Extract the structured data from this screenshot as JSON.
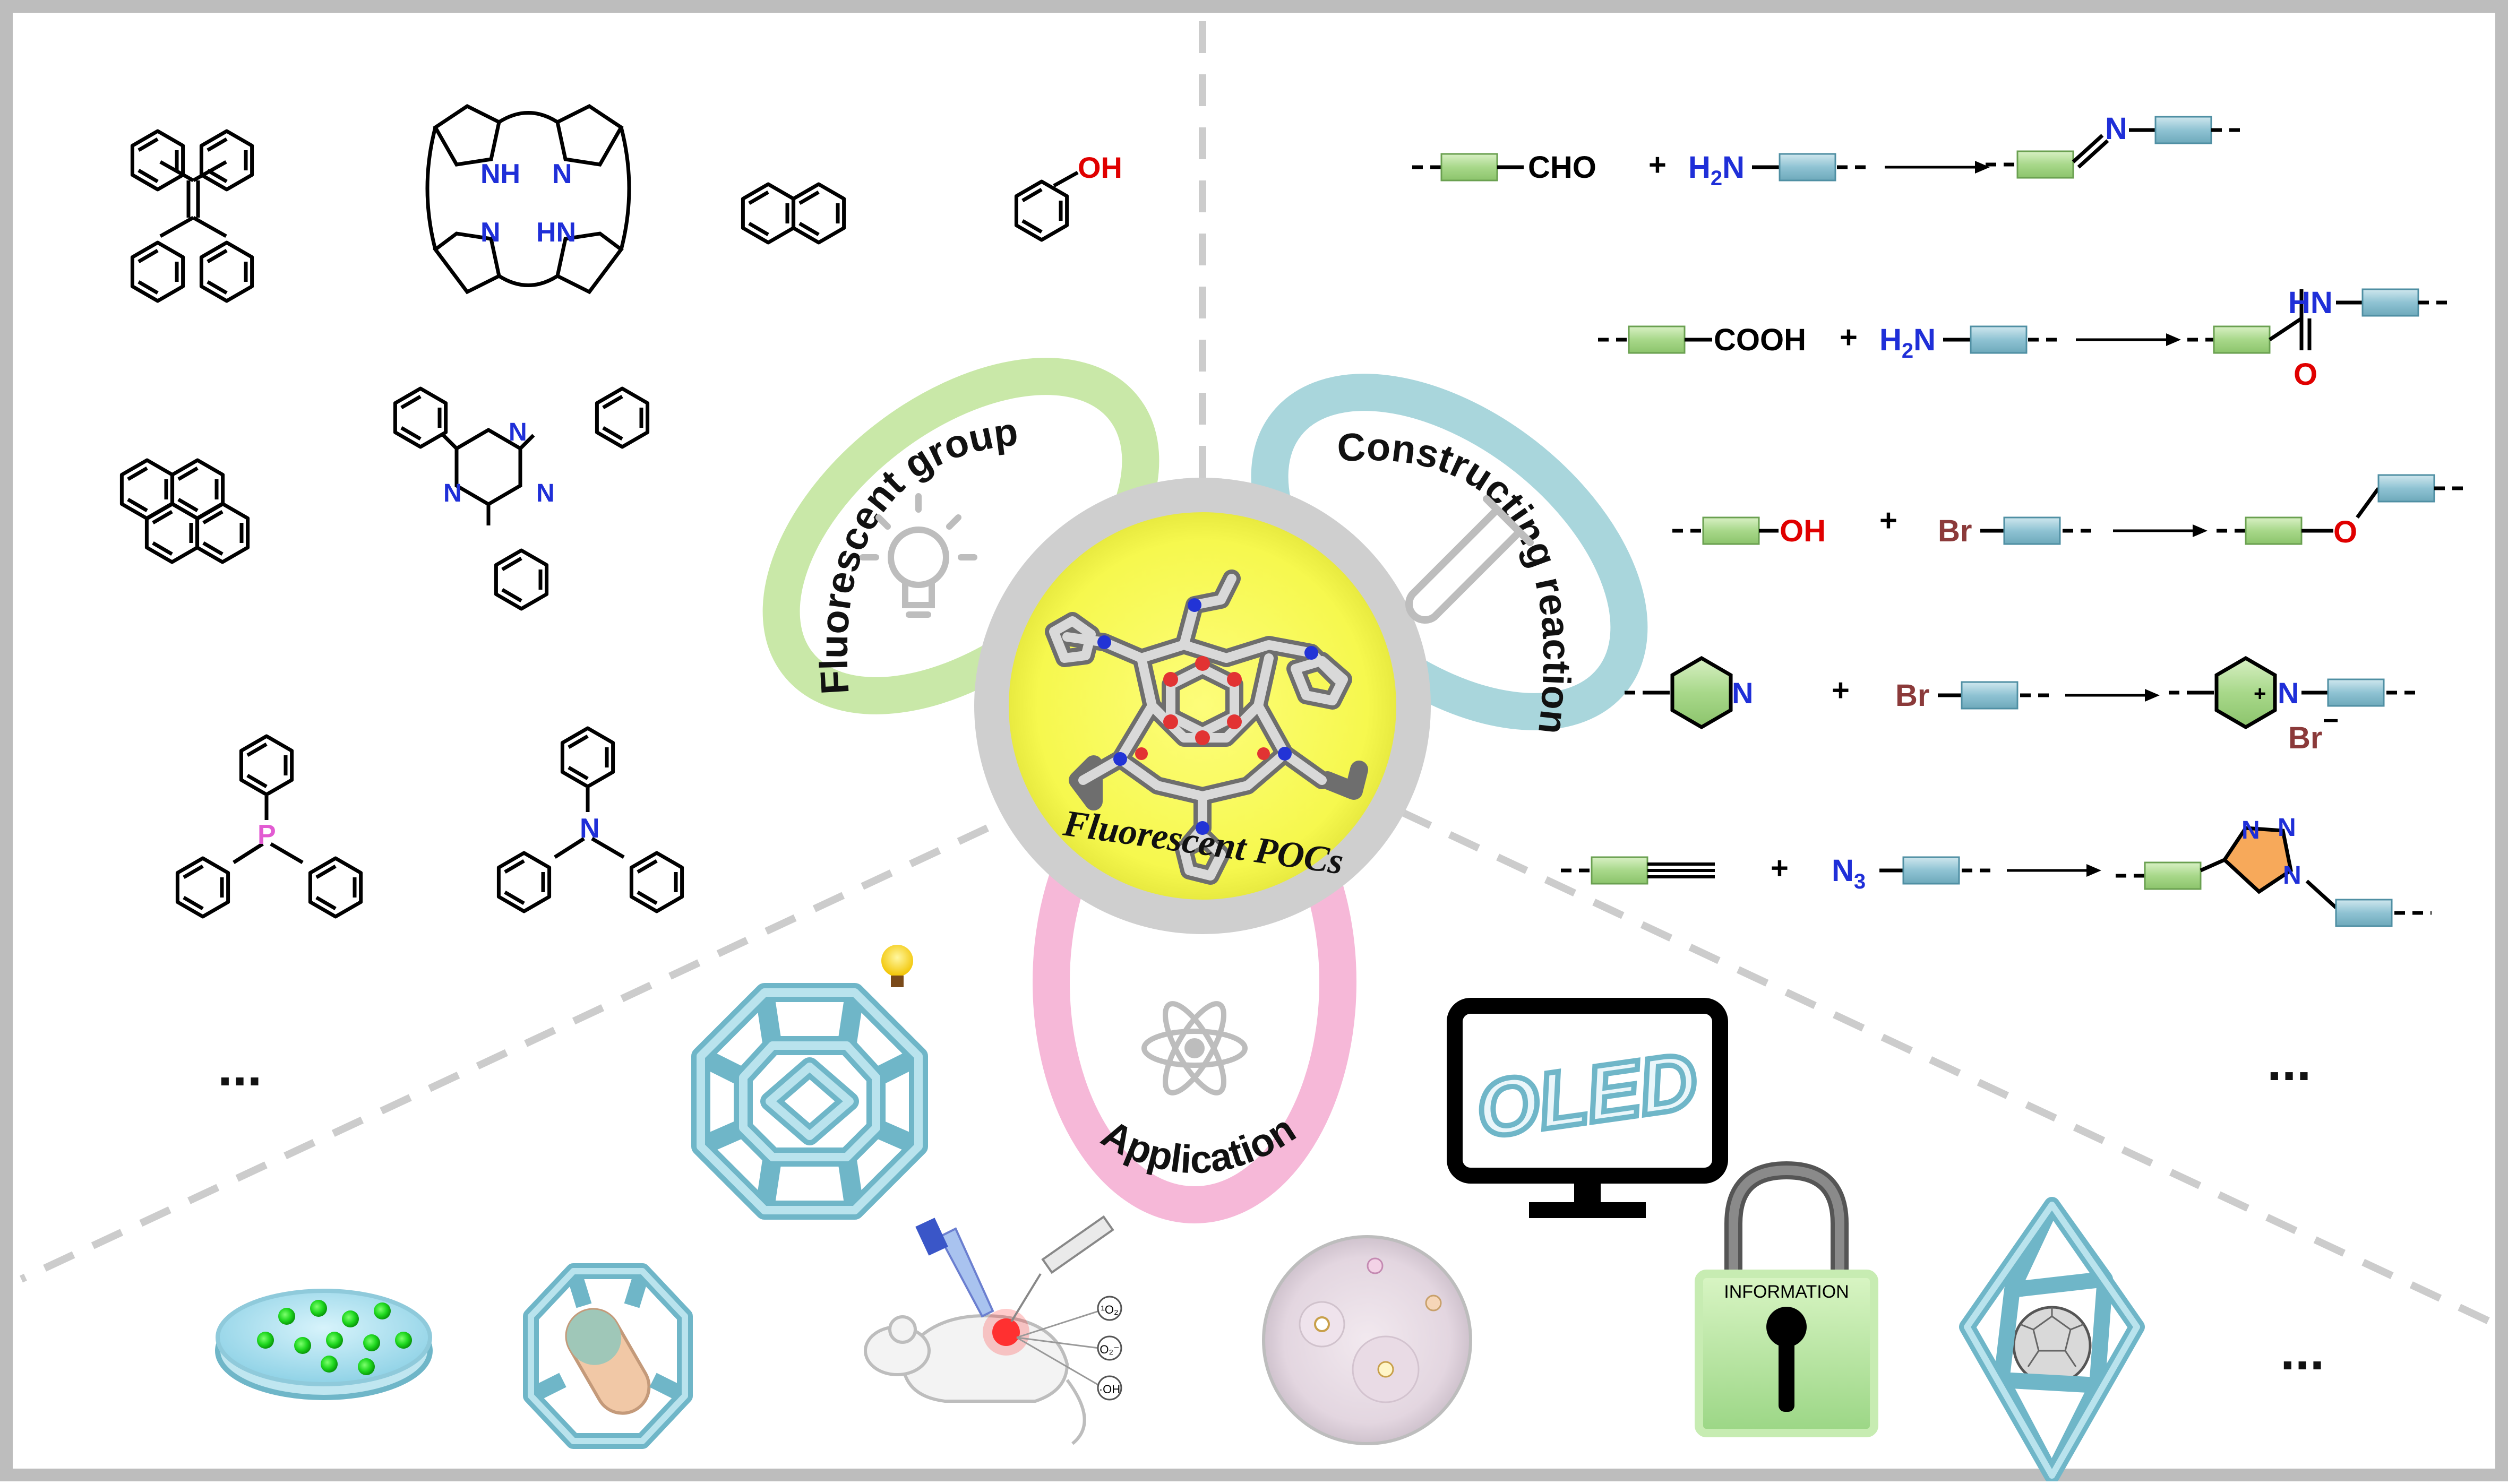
{
  "center": {
    "title": "Fluorescent POCs"
  },
  "rings": {
    "fluorescent_groups": "Fluorescent groups",
    "constructing_reactions": "Constructing reactions",
    "applications": "Applications"
  },
  "molecules": {
    "porphyrin_nh_top": "NH",
    "porphyrin_n_top": "N",
    "porphyrin_n_bottom": "N",
    "porphyrin_hn_bottom": "HN",
    "phenol_oh": "OH",
    "triazine_n": "N",
    "phosphine_p": "P",
    "amine_n": "N",
    "ellipsis_left": "...",
    "ellipsis_right": "...",
    "ellipsis_bottom": "..."
  },
  "reactions": {
    "r1": {
      "reagent_a": "CHO",
      "plus": "+",
      "reagent_b_pre": "H",
      "reagent_b_sub": "2",
      "reagent_b_post": "N",
      "product_n": "N"
    },
    "r2": {
      "reagent_a": "COOH",
      "plus": "+",
      "reagent_b_pre": "H",
      "reagent_b_sub": "2",
      "reagent_b_post": "N",
      "product_hn": "HN",
      "product_o": "O"
    },
    "r3": {
      "reagent_a": "OH",
      "plus": "+",
      "reagent_b": "Br",
      "product_o": "O"
    },
    "r4": {
      "pyridine_n": "N",
      "plus": "+",
      "reagent_b": "Br",
      "product_n": "N",
      "product_charge": "+",
      "product_br": "Br",
      "product_minus": "−"
    },
    "r5": {
      "plus": "+",
      "reagent_b_pre": "N",
      "reagent_b_sub": "3",
      "triazole_n1": "N",
      "triazole_n2": "N",
      "triazole_n3": "N"
    }
  },
  "applications": {
    "oled_label": "OLED",
    "lock_label": "INFORMATION",
    "ros": [
      "¹O₂",
      "O₂⁻",
      "·OH"
    ]
  },
  "colors": {
    "green_block": "#a8d88a",
    "blue_block": "#8fc3d3",
    "ring_green": "#c9e8a8",
    "ring_blue": "#a9d6dc",
    "ring_pink": "#f6b8d8",
    "center_yellow": "#fbfc5a",
    "nitrogen_blue": "#1f2fd8",
    "oxygen_red": "#e00000",
    "bromine_brown": "#8b3a3a",
    "phosphorus_pink": "#e25bd2"
  }
}
